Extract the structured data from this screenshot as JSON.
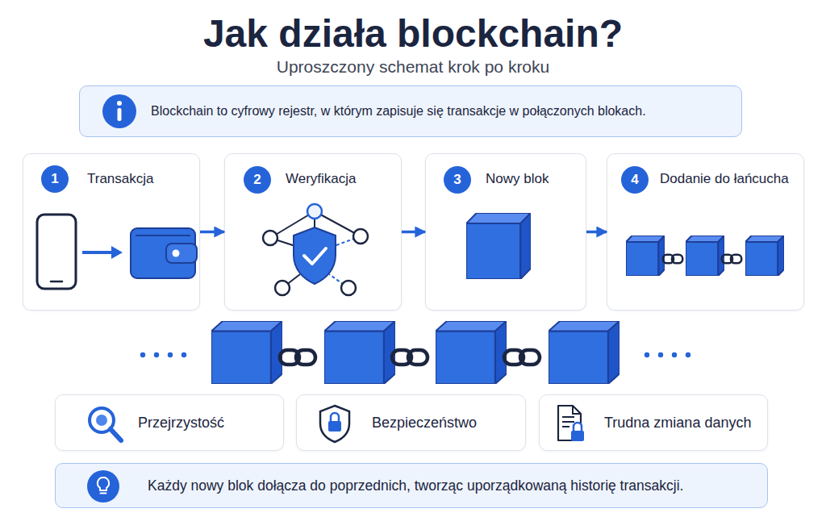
{
  "diagram": {
    "title": "Jak działa blockchain?",
    "nodes": [
      {
        "text": [
          "Blockchain to cyfrowy rejestr, w którym zapisuje się transakcje w połączonych blokach."
        ]
      },
      {
        "text": [
          "Transakcja"
        ]
      },
      {
        "text": [
          "1"
        ],
        "in": 1
      },
      {
        "text": [
          "Weryfikacja"
        ]
      },
      {
        "text": [
          "2"
        ],
        "in": 3
      },
      {
        "text": [
          "Nowy blok"
        ]
      },
      {
        "text": [
          "3"
        ],
        "in": 5
      },
      {
        "text": [
          "Dodanie do łańcucha"
        ]
      },
      {
        "text": [
          "4"
        ],
        "in": 7
      },
      {
        "text": [
          "Przejrzystość"
        ]
      },
      {
        "text": [
          "Bezpieczeństwo"
        ]
      },
      {
        "text": [
          "Trudna zmiana danych"
        ]
      },
      {
        "text": [
          "Każdy nowy blok dołącza do poprzednich, tworząc uporządkowaną historię transakcji."
        ]
      }
    ],
    "edges": [
      {
        "from": 1,
        "to": 3,
        "arrow": "to"
      },
      {
        "from": 3,
        "to": 5,
        "arrow": "to"
      },
      {
        "from": 5,
        "to": 7,
        "arrow": "to"
      }
    ],
    "labels": [
      "Uproszczony schemat krok po kroku"
    ]
  }
}
